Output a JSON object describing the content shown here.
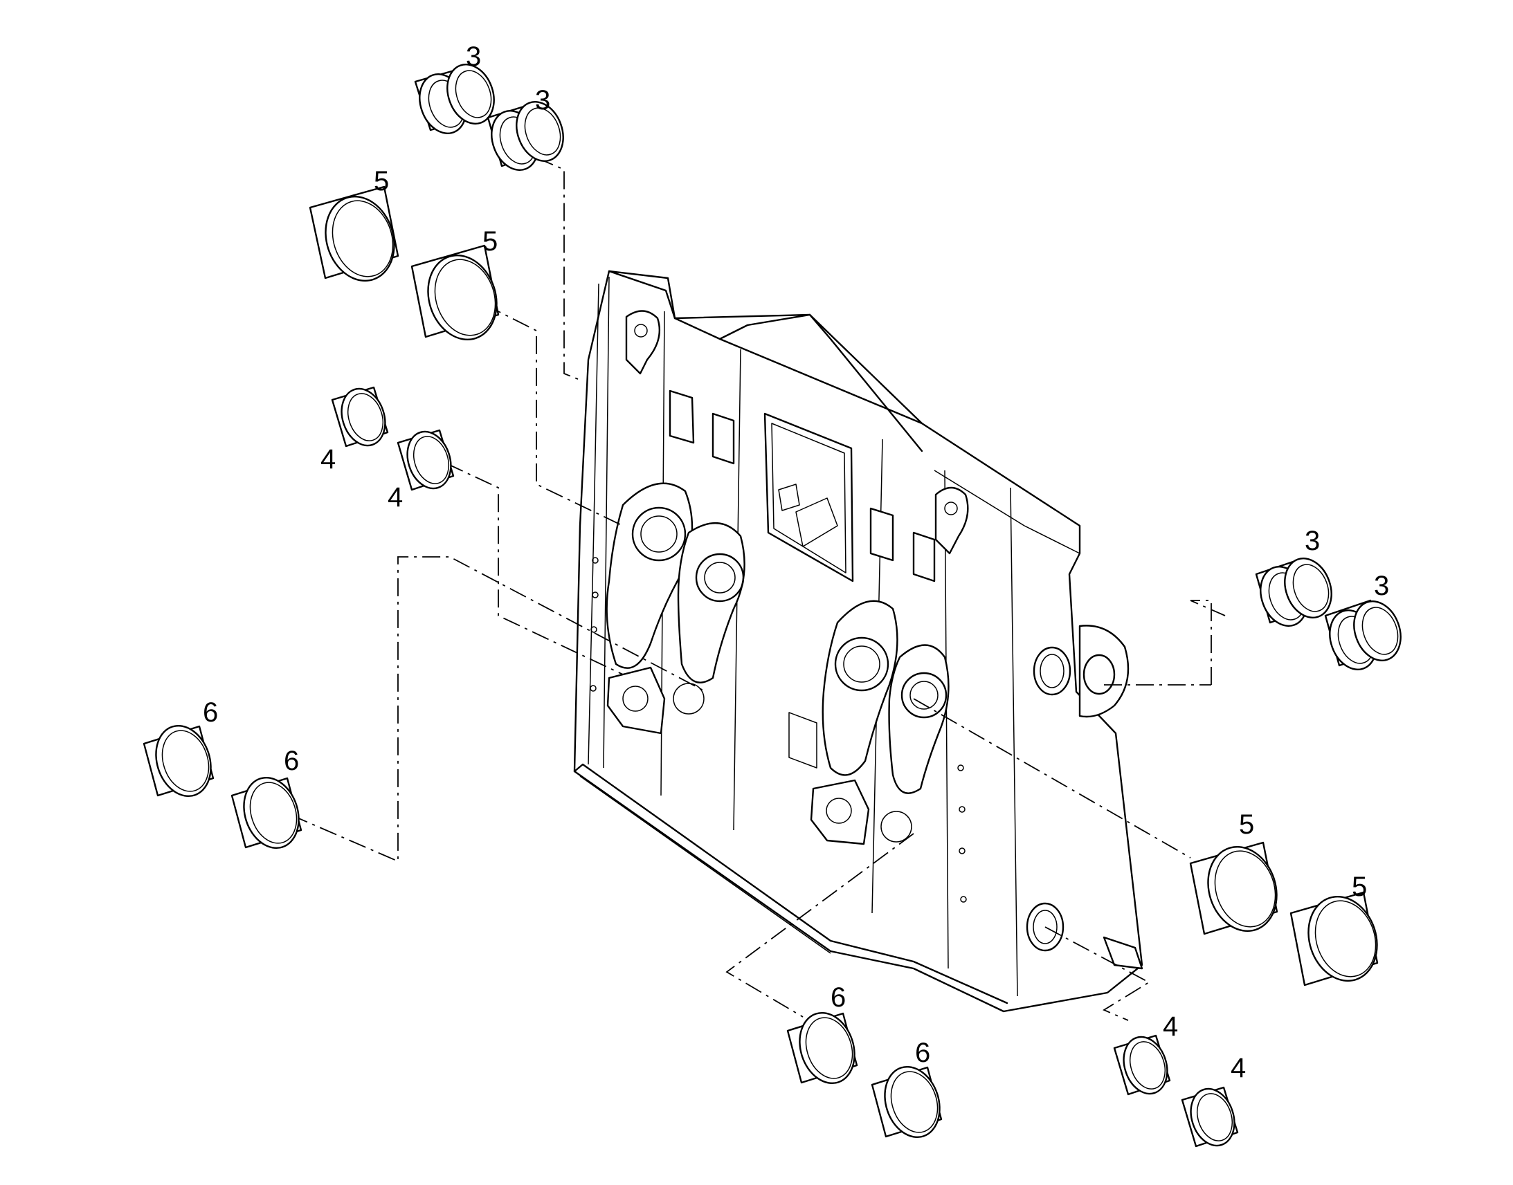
{
  "diagram": {
    "callouts": {
      "c1": "3",
      "c2": "3",
      "c3": "5",
      "c4": "5",
      "c5": "4",
      "c6": "4",
      "c7": "6",
      "c8": "6",
      "c9": "3",
      "c10": "3",
      "c11": "5",
      "c12": "5",
      "c13": "6",
      "c14": "6",
      "c15": "4",
      "c16": "4"
    }
  }
}
